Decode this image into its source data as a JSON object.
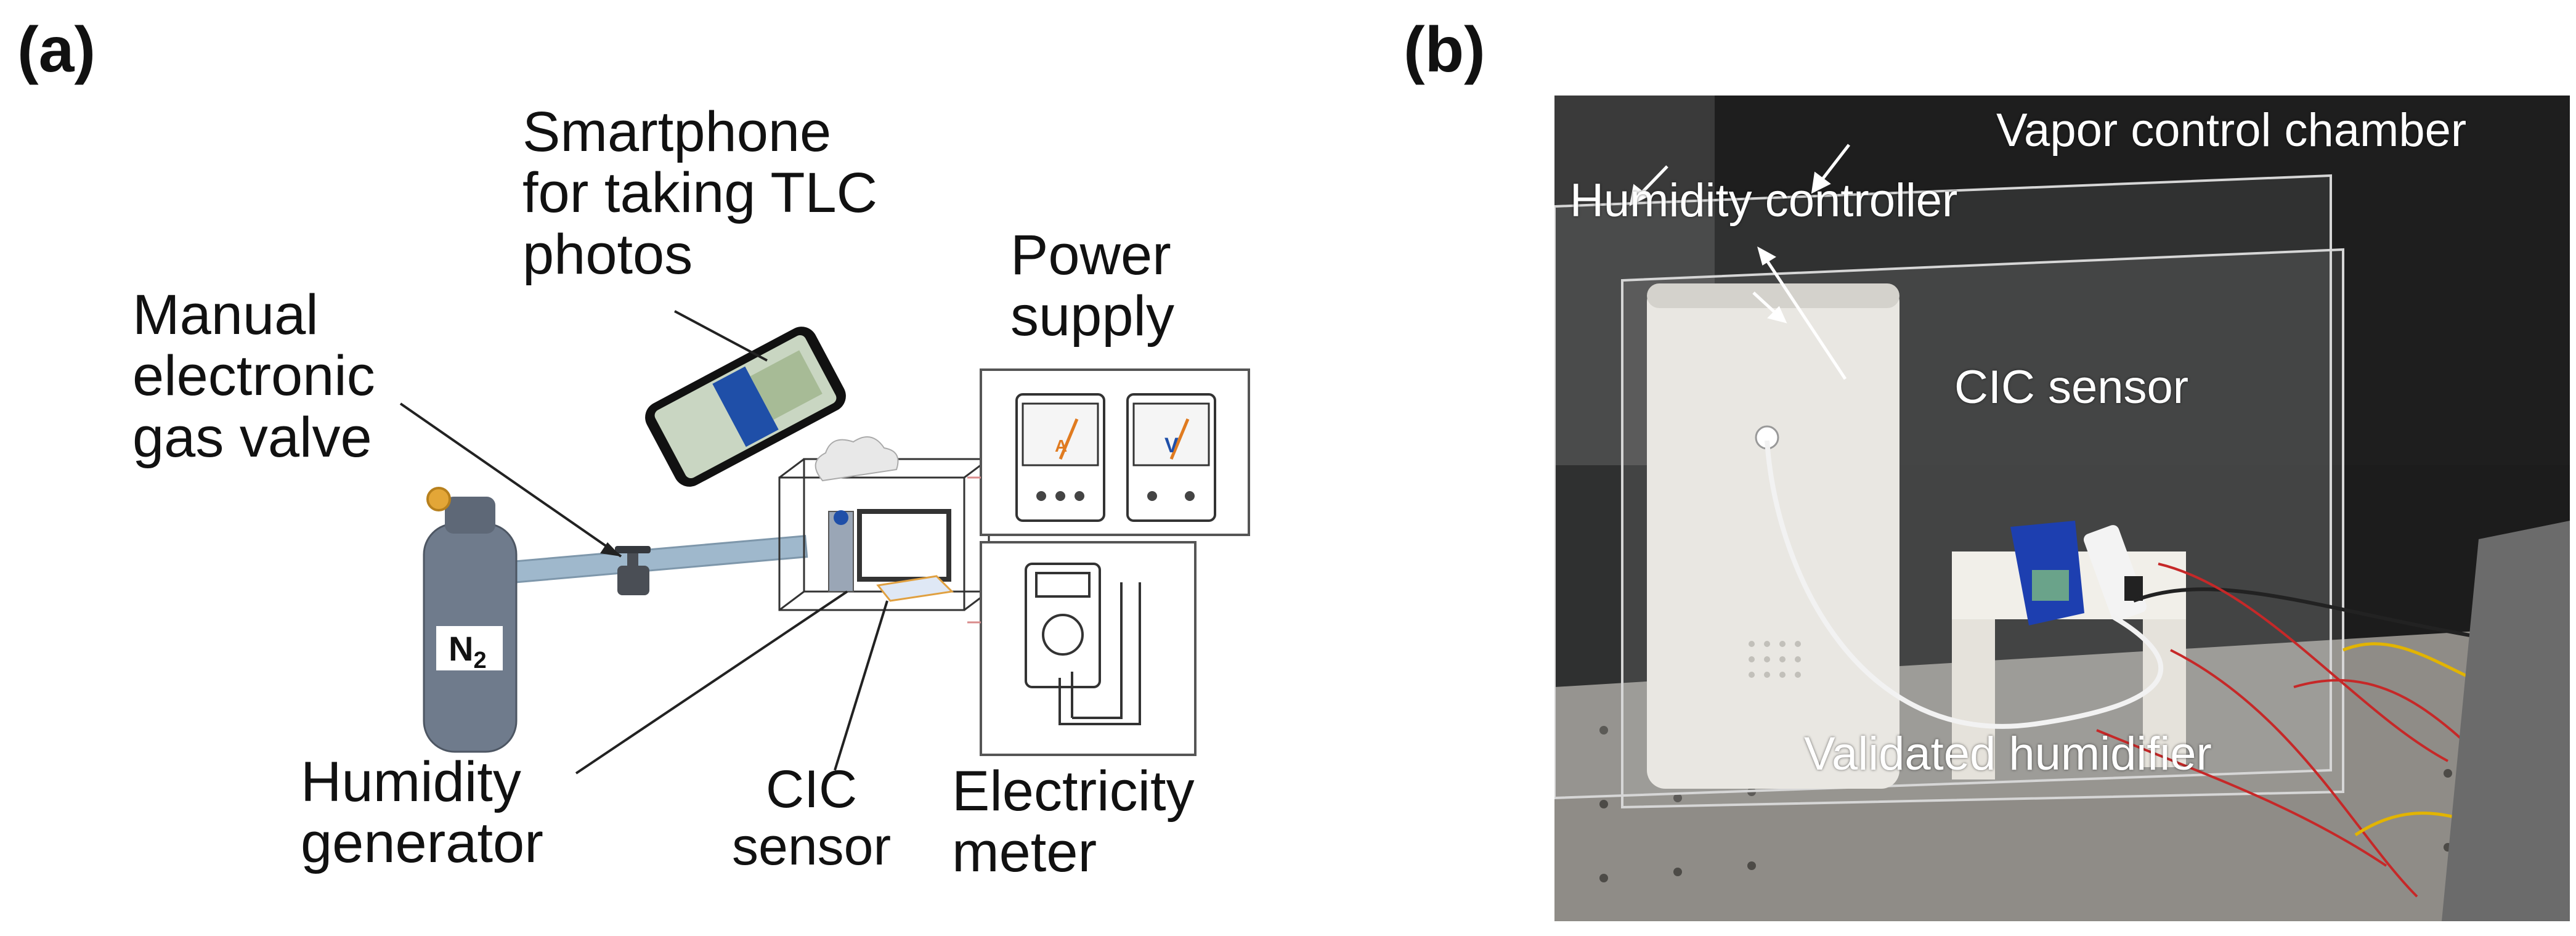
{
  "panel_a": {
    "letter": "(a)",
    "labels": {
      "smartphone": "Smartphone\nfor taking TLC\nphotos",
      "power_supply": "Power\nsupply",
      "gas_valve": "Manual\nelectronic\ngas valve",
      "humidity_generator": "Humidity\ngenerator",
      "cic_sensor": "CIC\nsensor",
      "electricity_meter": "Electricity\nmeter",
      "cylinder_gas": "N",
      "cylinder_gas_sub": "2",
      "ammeter_unit": "A",
      "voltmeter_unit": "V"
    },
    "colors": {
      "pipe": "#9fb8cc",
      "cylinder": "#6f7b8c",
      "valve": "#4a4e55",
      "sensor_blue": "#1f4fa8"
    }
  },
  "panel_b": {
    "letter": "(b)",
    "labels": {
      "vapor_chamber": "Vapor control chamber",
      "humidity_controller": "Humidity controller",
      "cic_sensor": "CIC sensor",
      "validated_humidifier": "Validated humidifier"
    },
    "colors": {
      "background": "#1c1c1c",
      "table": "#8f8c87",
      "device_white": "#e9e7e2",
      "sensor_blue": "#1d3fb0",
      "wire_red": "#c62828",
      "wire_yellow": "#e2b400"
    }
  }
}
